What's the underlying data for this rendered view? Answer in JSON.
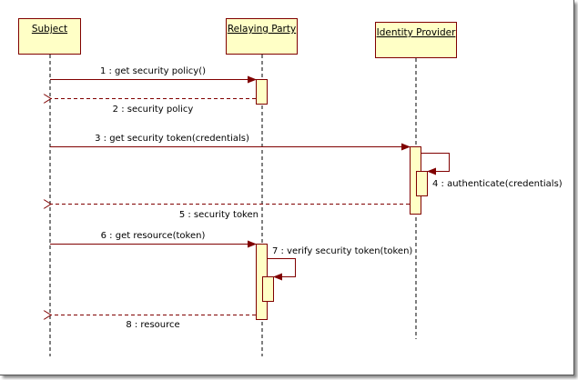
{
  "diagram": {
    "type": "sequence",
    "colors": {
      "box_fill": "#ffffc6",
      "box_stroke": "#800000",
      "message": "#800000",
      "lifeline": "#000000"
    },
    "participants": [
      {
        "id": "subject",
        "label": "Subject"
      },
      {
        "id": "rp",
        "label": "Relaying Party"
      },
      {
        "id": "idp",
        "label": "Identity Provider"
      }
    ],
    "messages": [
      {
        "label": "1 : get security policy()",
        "from": "subject",
        "to": "rp",
        "kind": "call"
      },
      {
        "label": "2 : security policy",
        "from": "rp",
        "to": "subject",
        "kind": "return"
      },
      {
        "label": "3 : get security token(credentials)",
        "from": "subject",
        "to": "idp",
        "kind": "call"
      },
      {
        "label": "4 : authenticate(credentials)",
        "from": "idp",
        "to": "idp",
        "kind": "self"
      },
      {
        "label": "5 : security token",
        "from": "idp",
        "to": "subject",
        "kind": "return"
      },
      {
        "label": "6 : get resource(token)",
        "from": "subject",
        "to": "rp",
        "kind": "call"
      },
      {
        "label": "7 : verify security token(token)",
        "from": "rp",
        "to": "rp",
        "kind": "self"
      },
      {
        "label": "8 : resource",
        "from": "rp",
        "to": "subject",
        "kind": "return"
      }
    ]
  }
}
